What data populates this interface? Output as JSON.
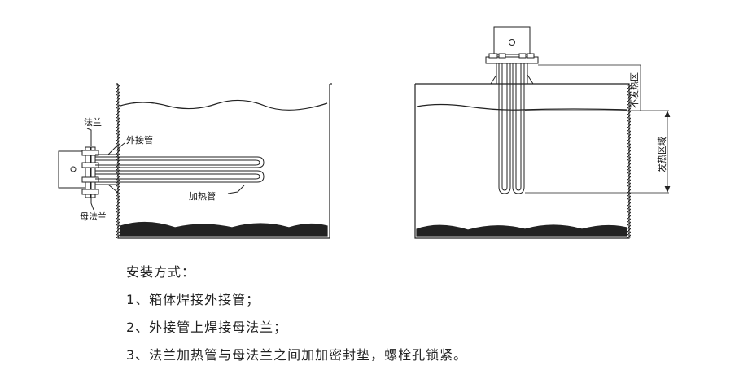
{
  "diagram": {
    "left_labels": {
      "flange": "法兰",
      "outer_pipe": "外接管",
      "heating_tube": "加热管",
      "mother_flange": "母法兰"
    },
    "right_labels": {
      "non_heating_zone": "不发热区",
      "heating_zone": "发热区域"
    }
  },
  "instructions": {
    "title": "安装方式：",
    "steps": [
      "1、箱体焊接外接管；",
      "2、外接管上焊接母法兰；",
      "3、法兰加热管与母法兰之间加加密封垫，螺栓孔锁紧。"
    ]
  }
}
